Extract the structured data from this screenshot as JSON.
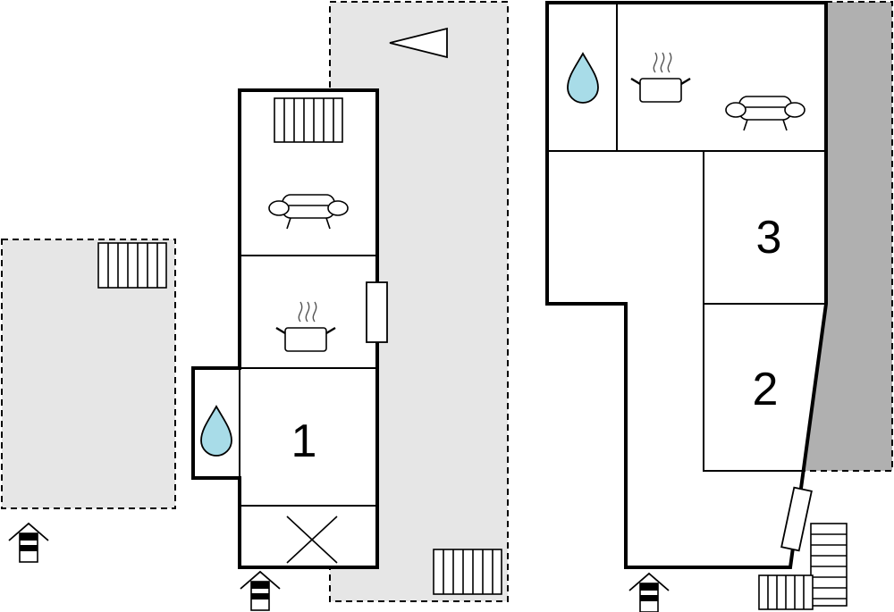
{
  "colors": {
    "water_drop": "#a8dce8",
    "terrace": "#e6e6e6",
    "dark_terrace": "#b0b0b0",
    "walls": "#000000"
  },
  "icons": [
    "sofa-icon",
    "cooking-pot-icon",
    "water-drop-icon",
    "entrance-icon",
    "stairs-icon",
    "window-icon",
    "compass-arrow-icon"
  ],
  "building_left": {
    "bedroom_number": "1"
  },
  "building_right": {
    "bedroom_numbers": [
      "3",
      "2"
    ]
  }
}
